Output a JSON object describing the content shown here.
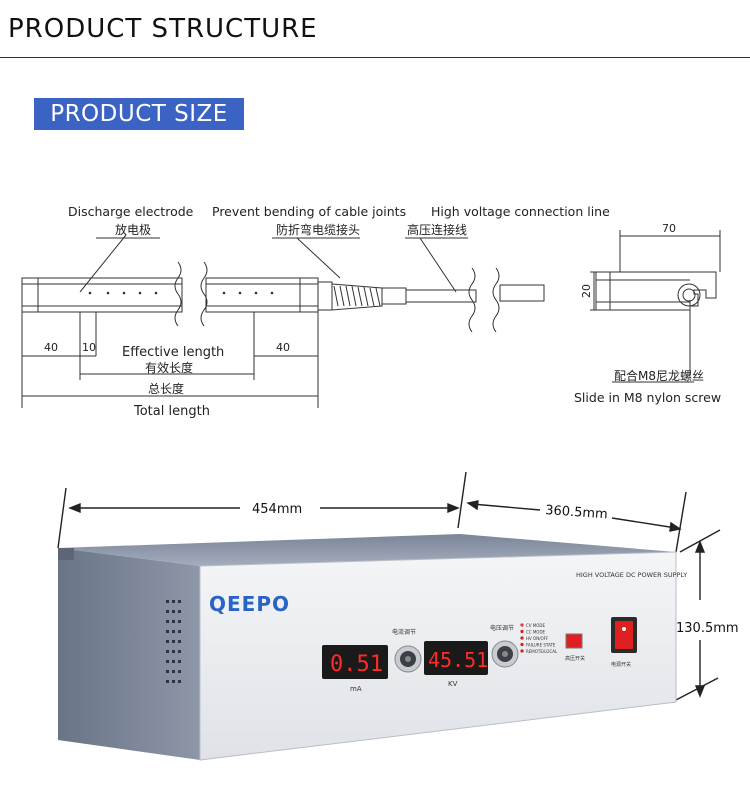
{
  "header": {
    "title": "PRODUCT STRUCTURE"
  },
  "badge": {
    "label": "PRODUCT SIZE"
  },
  "drawing": {
    "label_discharge_en": "Discharge electrode",
    "label_discharge_cn": "放电极",
    "label_prevent_en": "Prevent bending of cable joints",
    "label_prevent_cn": "防折弯电缆接头",
    "label_hv_en": "High voltage connection line",
    "label_hv_cn": "高压连接线",
    "dim_40_left": "40",
    "dim_10": "10",
    "dim_40_right": "40",
    "effective_en": "Effective length",
    "effective_cn": "有效长度",
    "total_cn": "总长度",
    "total_en": "Total length",
    "dim_70": "70",
    "dim_20": "20",
    "screw_cn": "配合M8尼龙螺丝",
    "screw_en": "Slide in M8 nylon screw"
  },
  "device": {
    "width_dim": "454mm",
    "depth_dim": "360.5mm",
    "height_dim": "130.5mm",
    "brand": "QEEPO",
    "product_label": "HIGH VOLTAGE DC POWER SUPPLY",
    "current_value": "0.51",
    "current_unit": "mA",
    "voltage_value": "45.51",
    "voltage_unit": "KV",
    "current_knob_label": "电流调节",
    "voltage_knob_label": "电压调节",
    "status_items": [
      "CV MODE",
      "CC MODE",
      "HV ON/OFF",
      "FAILURE STATE",
      "REMOTE/LOCAL"
    ],
    "hv_switch_label": "高压开关",
    "power_switch_label": "电源开关"
  },
  "colors": {
    "badge": "#3a63c4",
    "led": "#ff2a2a",
    "brand": "#2a63c6",
    "switch": "#e02020"
  }
}
